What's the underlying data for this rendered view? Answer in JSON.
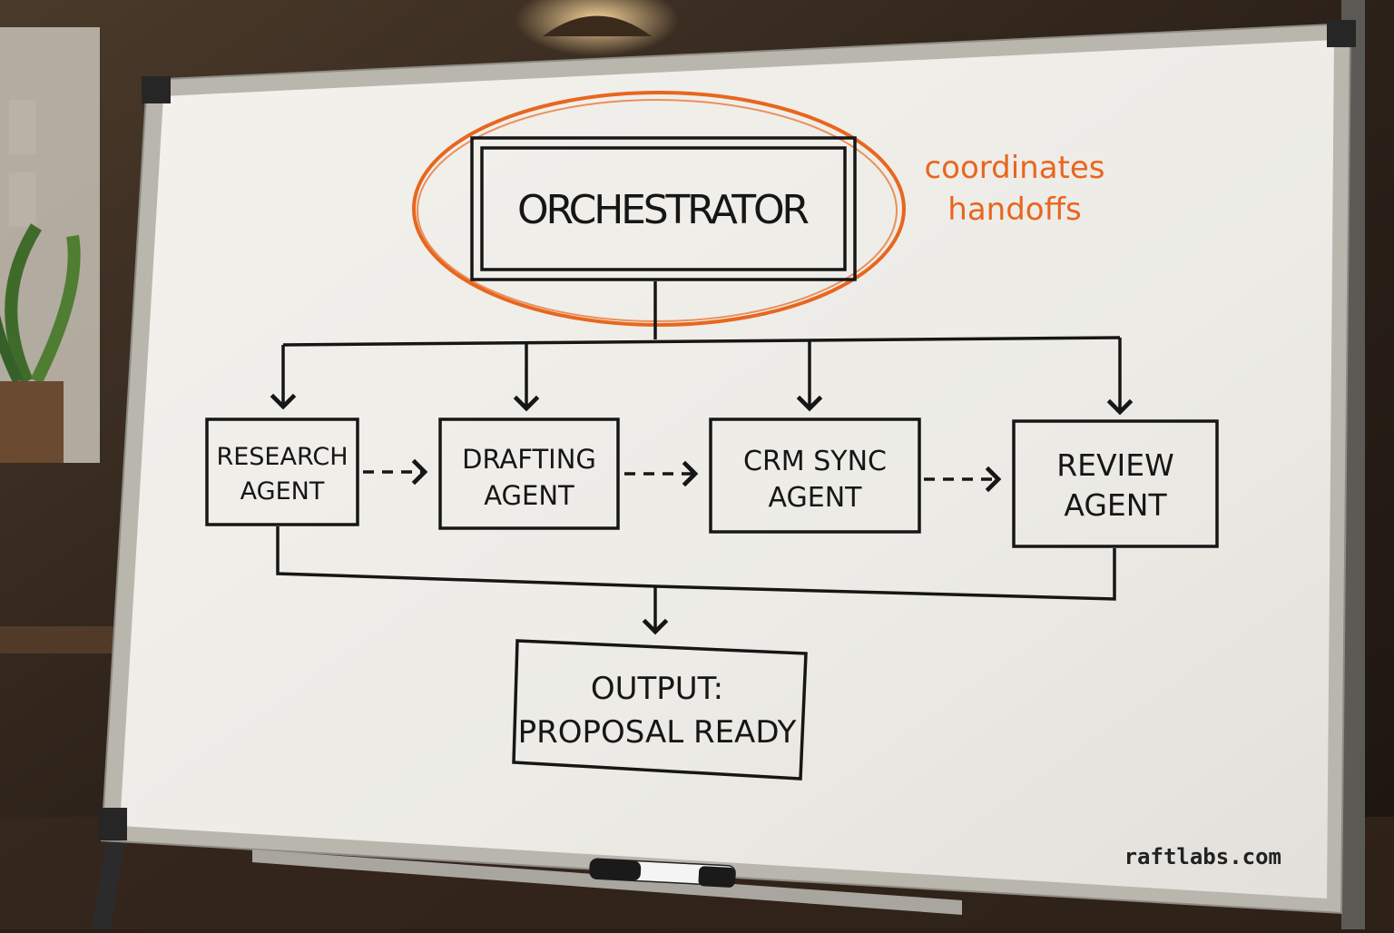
{
  "diagram": {
    "orchestrator": {
      "label": "ORCHESTRATOR"
    },
    "annotation": {
      "line1": "coordinates",
      "line2": "handoffs"
    },
    "agents": [
      {
        "line1": "RESEARCH",
        "line2": "AGENT"
      },
      {
        "line1": "DRAFTING",
        "line2": "AGENT"
      },
      {
        "line1": "CRM SYNC",
        "line2": "AGENT"
      },
      {
        "line1": "REVIEW",
        "line2": "AGENT"
      }
    ],
    "output": {
      "line1": "OUTPUT:",
      "line2": "PROPOSAL READY"
    }
  },
  "watermark": "raftlabs.com",
  "colors": {
    "ink": "#161616",
    "accent": "#e8661e",
    "board": "#efede8",
    "frame": "#b9b6ae"
  }
}
